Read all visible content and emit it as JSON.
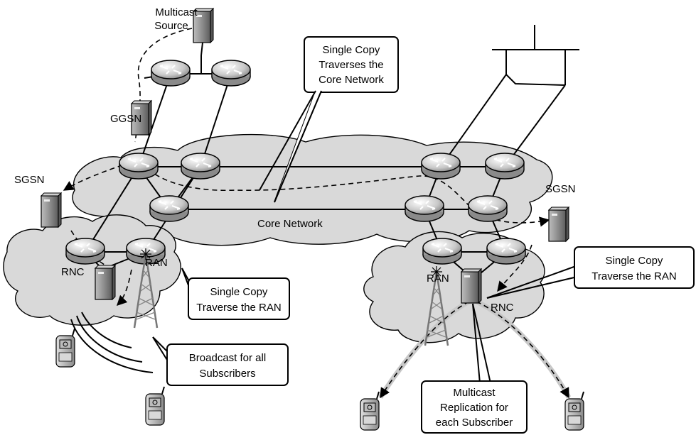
{
  "labels": {
    "multicast_source": [
      "Multicast",
      "Source"
    ],
    "ggsn": "GGSN",
    "sgsn_left": "SGSN",
    "sgsn_right": "SGSN",
    "core_network": "Core Network",
    "rnc_left": "RNC",
    "ran_left": "RAN",
    "ran_right": "RAN",
    "rnc_right": "RNC"
  },
  "callouts": {
    "core": [
      "Single Copy",
      "Traverses the",
      "Core Network"
    ],
    "ran_left": [
      "Single Copy",
      "Traverse the RAN"
    ],
    "ran_right": [
      "Single Copy",
      "Traverse the RAN"
    ],
    "broadcast": [
      "Broadcast for all",
      "Subscribers"
    ],
    "multicast": [
      "Multicast",
      "Replication for",
      "each Subscriber"
    ]
  }
}
